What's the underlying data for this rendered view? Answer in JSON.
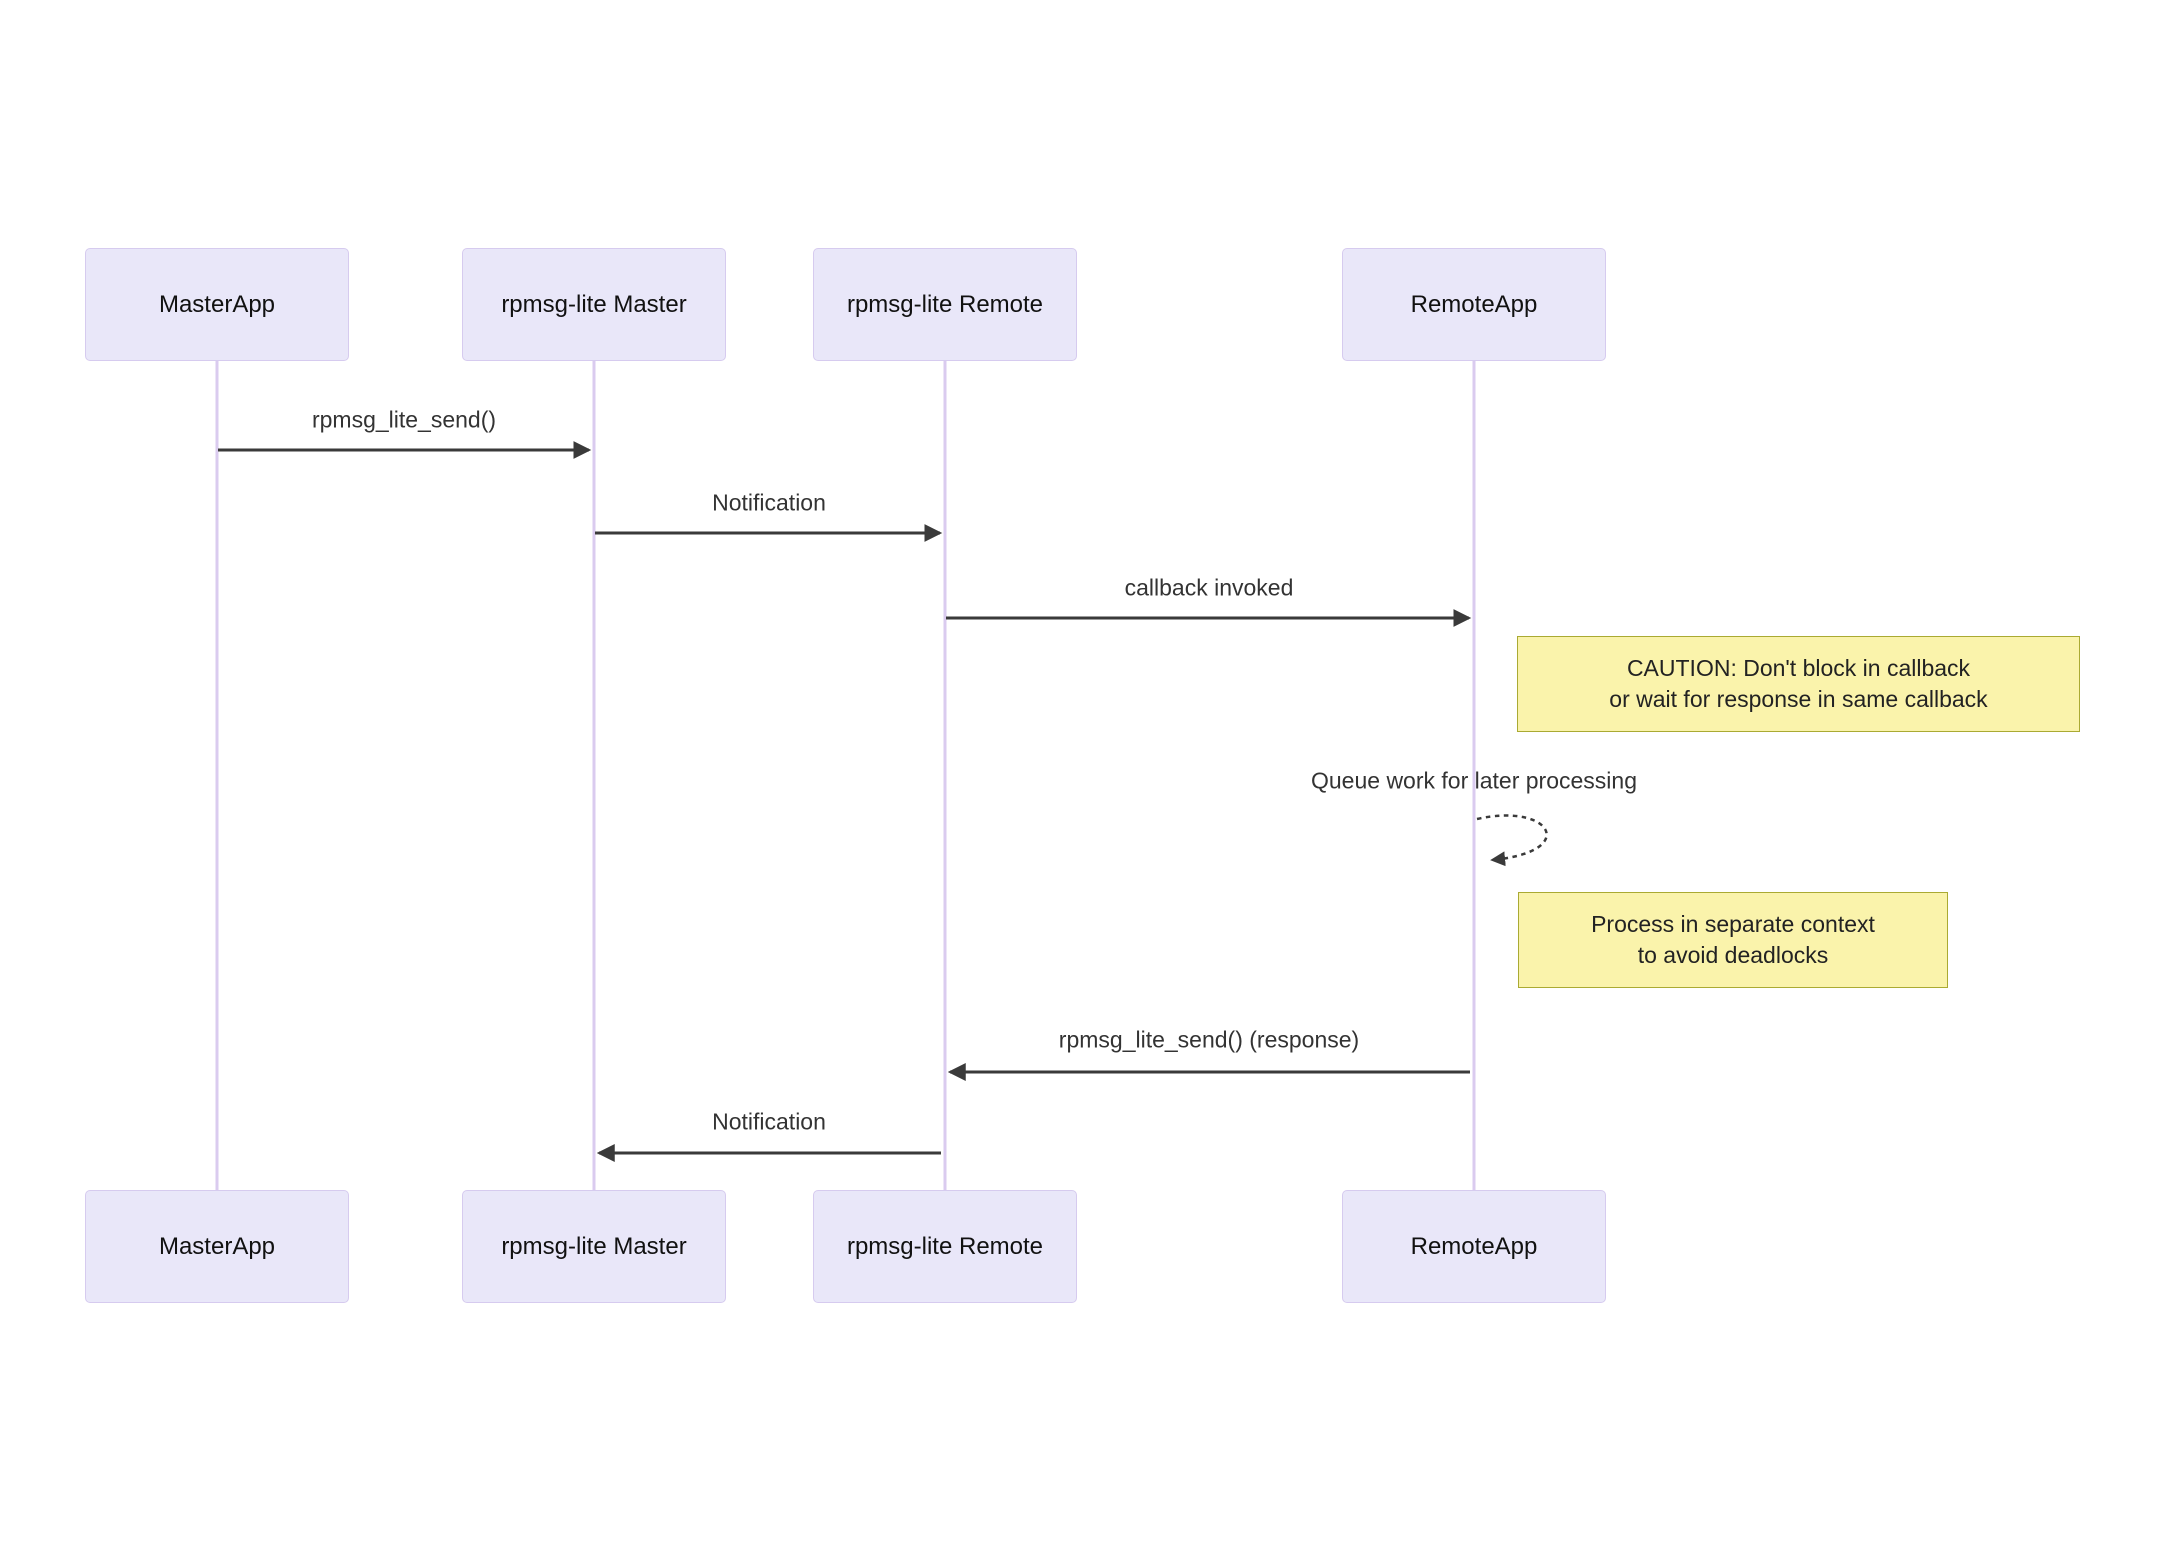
{
  "diagram": {
    "type": "sequence",
    "actors": [
      {
        "name": "MasterApp"
      },
      {
        "name": "rpmsg-lite Master"
      },
      {
        "name": "rpmsg-lite Remote"
      },
      {
        "name": "RemoteApp"
      }
    ],
    "messages": [
      {
        "from": "MasterApp",
        "to": "rpmsg-lite Master",
        "label": "rpmsg_lite_send()",
        "line": "solid",
        "direction": "right"
      },
      {
        "from": "rpmsg-lite Master",
        "to": "rpmsg-lite Remote",
        "label": "Notification",
        "line": "solid",
        "direction": "right"
      },
      {
        "from": "rpmsg-lite Remote",
        "to": "RemoteApp",
        "label": "callback invoked",
        "line": "solid",
        "direction": "right"
      },
      {
        "from": "RemoteApp",
        "to": "RemoteApp",
        "label": "Queue work for later processing",
        "line": "dashed",
        "direction": "self"
      },
      {
        "from": "RemoteApp",
        "to": "rpmsg-lite Remote",
        "label": "rpmsg_lite_send() (response)",
        "line": "solid",
        "direction": "left"
      },
      {
        "from": "rpmsg-lite Remote",
        "to": "rpmsg-lite Master",
        "label": "Notification",
        "line": "solid",
        "direction": "left"
      }
    ],
    "notes": [
      {
        "position": "right of RemoteApp",
        "line1": "CAUTION: Don't block in callback",
        "line2": "or wait for response in same callback"
      },
      {
        "position": "right of RemoteApp",
        "line1": "Process in separate context",
        "line2": "to avoid deadlocks"
      }
    ],
    "colors": {
      "background": "#FFFFFF",
      "actor_fill": "#E9E7F9",
      "actor_border": "#D6CBEF",
      "actor_text": "#111111",
      "lifeline": "#DACBEF",
      "arrow": "#3A3A3A",
      "message_text": "#333333",
      "note_fill": "#FAF3AB",
      "note_border": "#AAAA33"
    }
  }
}
